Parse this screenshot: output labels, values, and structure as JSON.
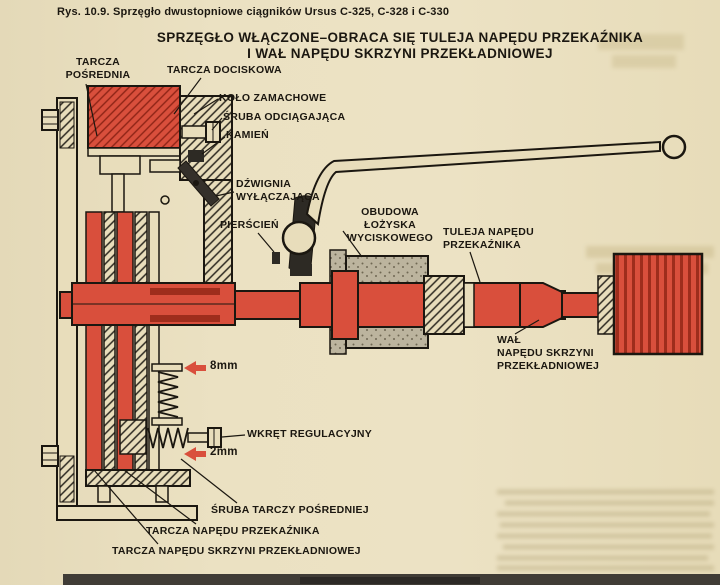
{
  "colors": {
    "paper": "#e9dfc1",
    "red": "#d94f3c",
    "red_dark": "#9e2d1c",
    "ink": "#1b1710",
    "gray_stipple": "#bcb49e"
  },
  "caption": "Rys. 10.9. Sprzęgło dwustopniowe ciągników Ursus C-325, C-328 i C-330",
  "title": {
    "line1": "SPRZĘGŁO WŁĄCZONE–OBRACA SIĘ TULEJA NAPĘDU PRZEKAŹNIKA",
    "line2": "I WAŁ NAPĘDU SKRZYNI PRZEKŁADNIOWEJ"
  },
  "labels": {
    "tarcza_posrednia": "TARCZA\nPOŚREDNIA",
    "tarcza_dociskowa": "TARCZA DOCISKOWA",
    "kolo_zamachowe": "KOŁO ZAMACHOWE",
    "sruba_odciagajaca": "ŚRUBA ODCIĄGAJĄCA",
    "kamien": "KAMIEŃ",
    "dzwignia_wylaczajaca": "DŹWIGNIA\nWYŁĄCZAJĄCA",
    "pierscien": "PIERŚCIEŃ",
    "obudowa_lozyska": "OBUDOWA\nŁOŻYSKA\nWYCISKOWEGO",
    "tuleja_napedu": "TULEJA NAPĘDU\nPRZEKAŹNIKA",
    "wal_napedu": "WAŁ\nNAPĘDU SKRZYNI\nPRZEKŁADNIOWEJ",
    "wkret_regulacyjny": "WKRĘT REGULACYJNY",
    "sruba_tarczy_posredniej": "ŚRUBA TARCZY POŚREDNIEJ",
    "tarcza_napedu_przekaznika": "TARCZA NAPĘDU PRZEKAŹNIKA",
    "tarcza_napedu_skrzyni": "TARCZA NAPĘDU SKRZYNI PRZEKŁADNIOWEJ"
  },
  "dimensions": {
    "gap_top": "8mm",
    "gap_bottom": "2mm"
  }
}
